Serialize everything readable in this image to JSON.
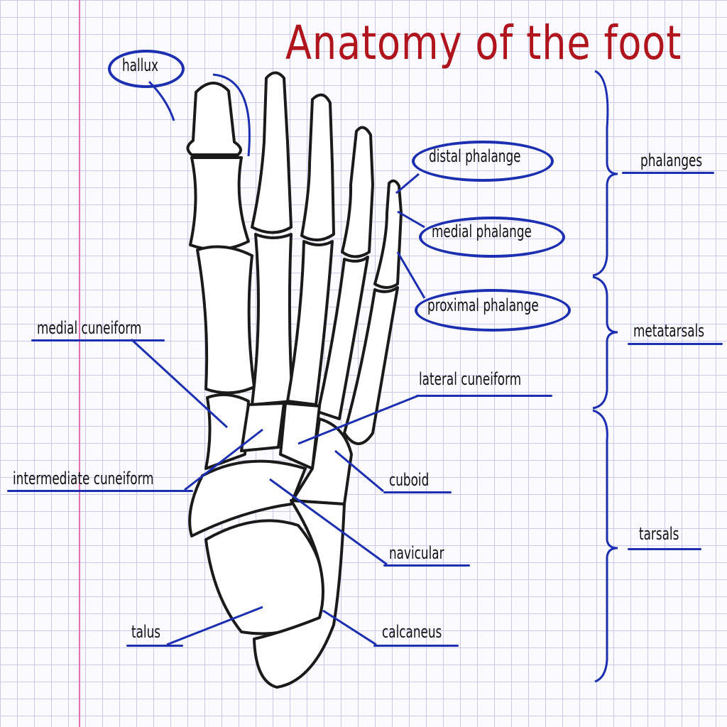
{
  "title": "Anatomy of the foot",
  "labels": {
    "hallux": "hallux",
    "distal_phalange": "distal phalange",
    "medial_phalange": "medial phalange",
    "proximal_phalange": "proximal phalange",
    "medial_cuneiform": "medial cuneiform",
    "lateral_cuneiform": "lateral cuneiform",
    "intermediate_cuneiform": "intermediate cuneiform",
    "cuboid": "cuboid",
    "navicular": "navicular",
    "talus": "talus",
    "calcaneus": "calcaneus"
  },
  "groups": {
    "phalanges": "phalanges",
    "metatarsals": "metatarsals",
    "tarsals": "tarsals"
  },
  "colors": {
    "title": "#b0141c",
    "annotation": "#1b2fb0",
    "bone_outline": "#1a1a1a",
    "grid": "#c9c9ea",
    "margin": "#e46fb0"
  }
}
